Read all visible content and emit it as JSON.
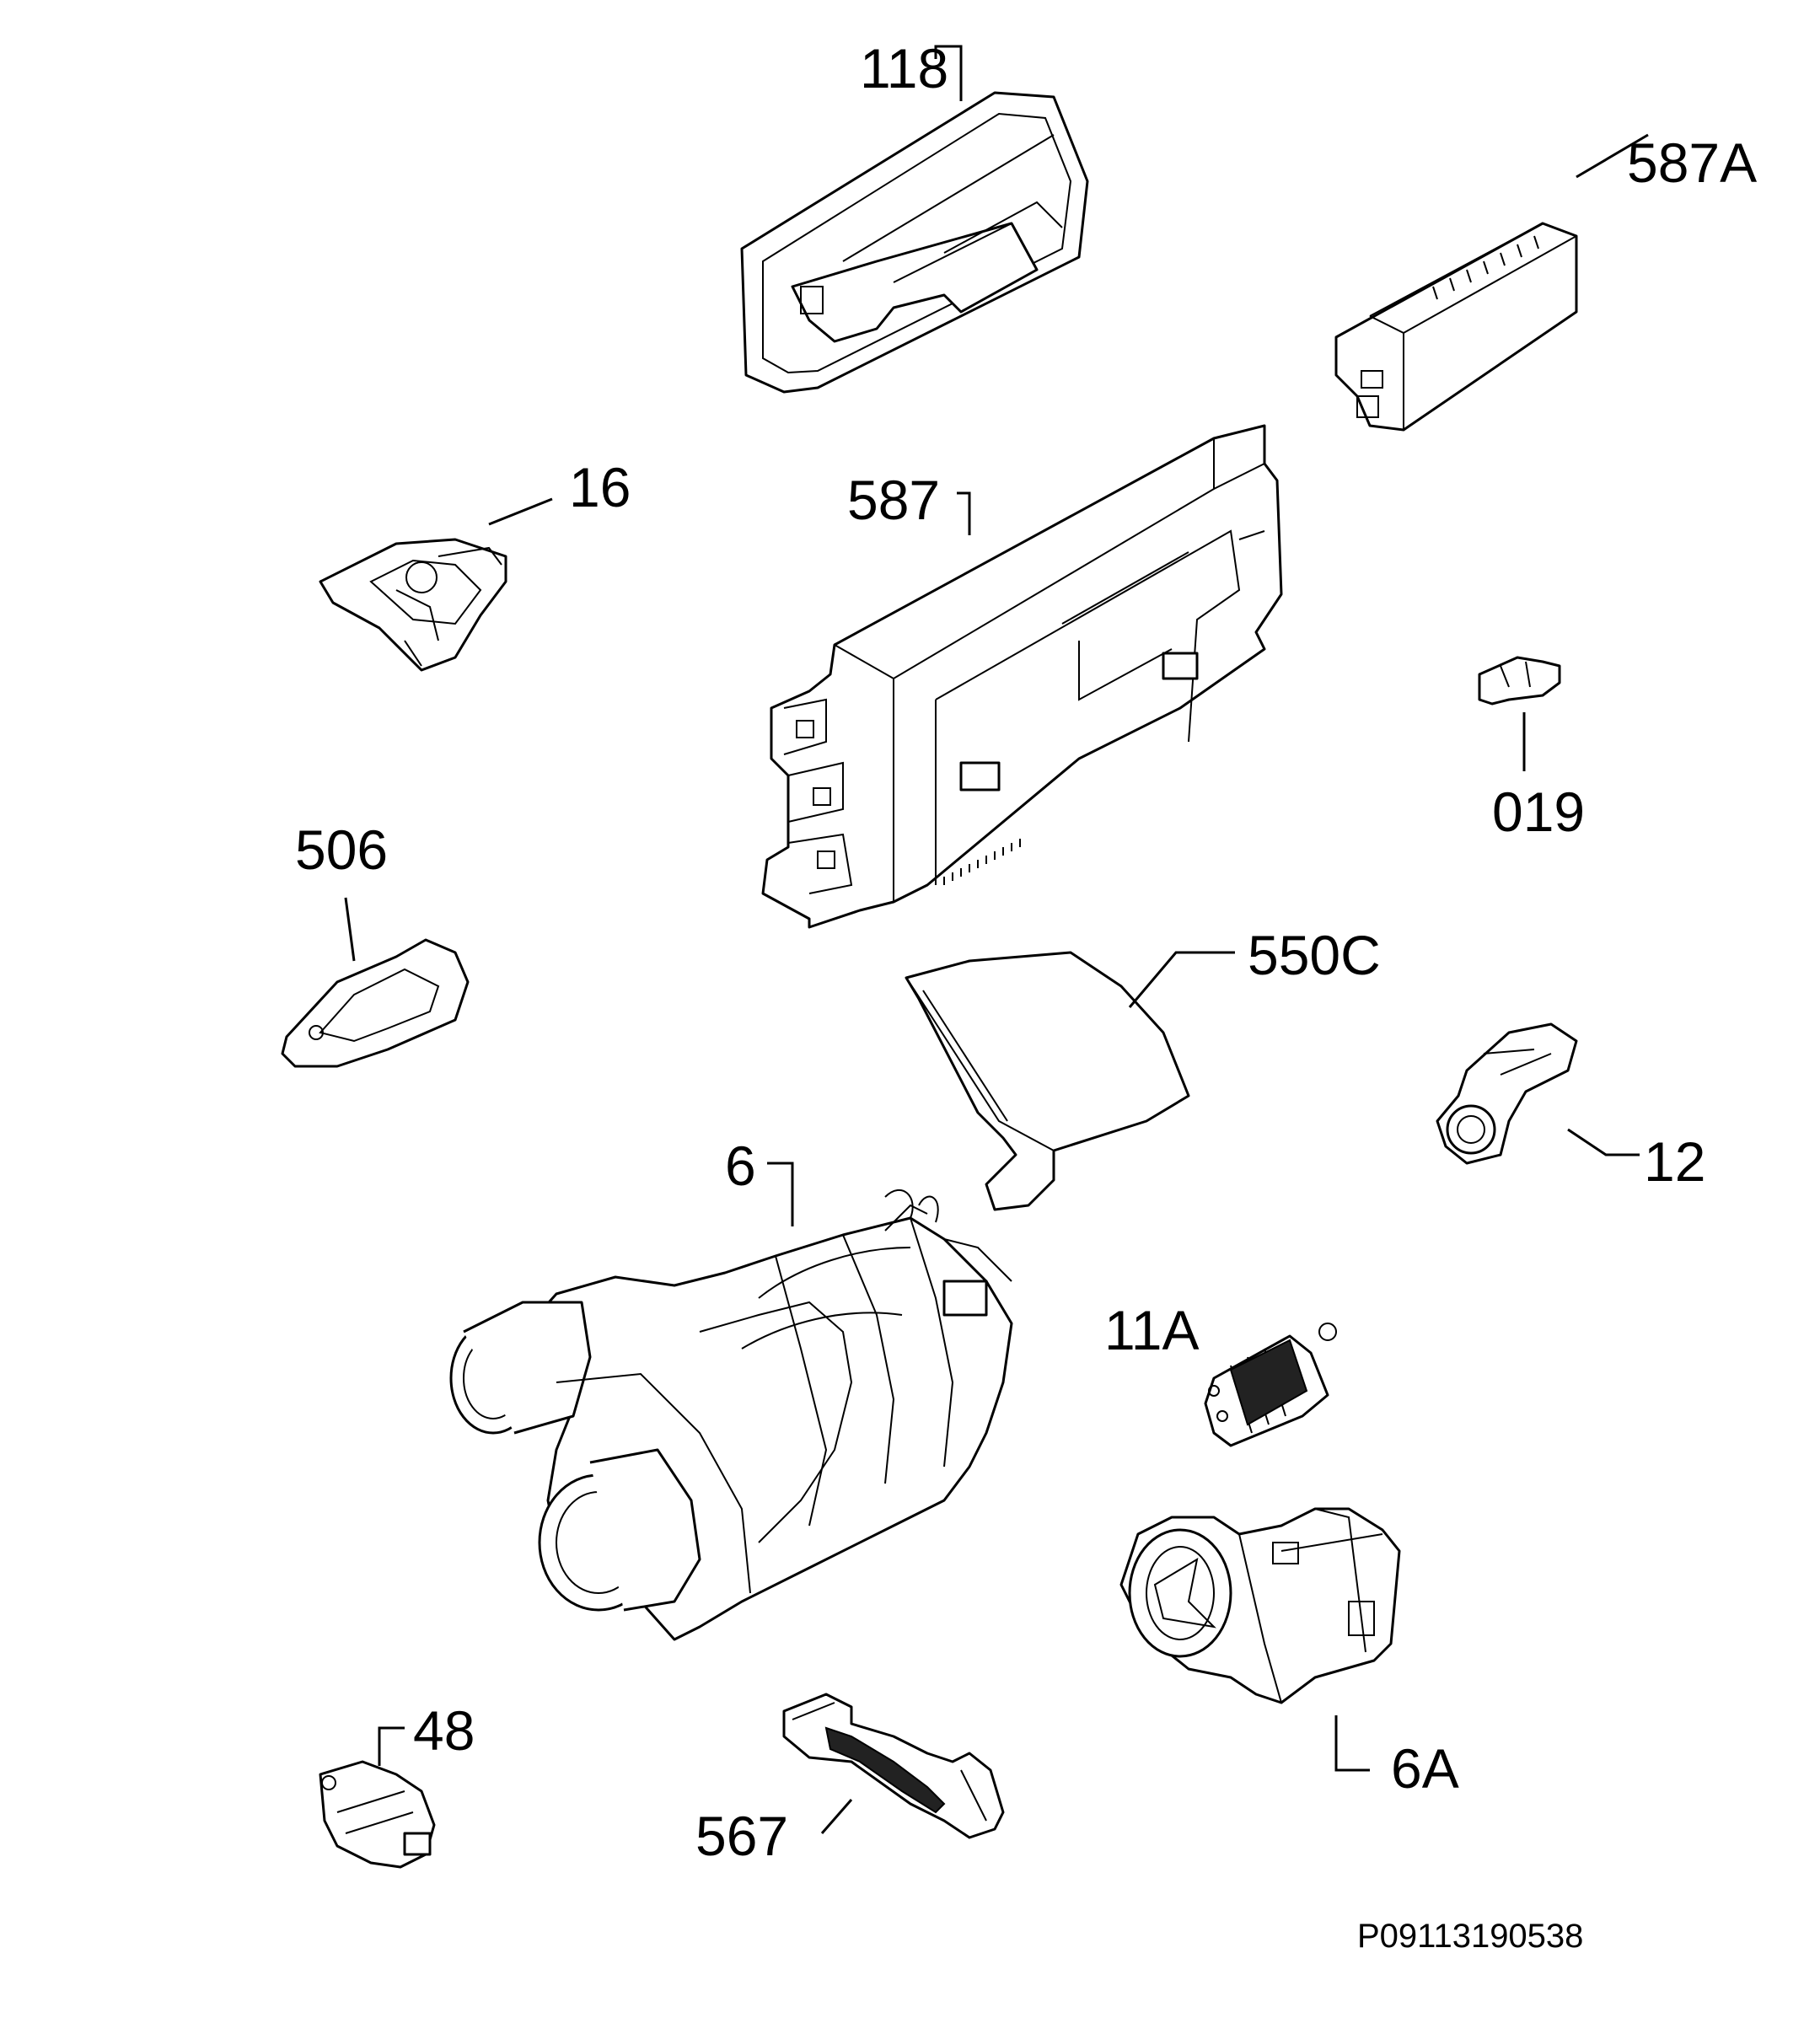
{
  "callouts": {
    "c118": "118",
    "c587a": "587A",
    "c16": "16",
    "c587": "587",
    "c019": "019",
    "c506": "506",
    "c550c": "550C",
    "c12": "12",
    "c6": "6",
    "c11a": "11A",
    "c6a": "6A",
    "c48": "48",
    "c567": "567"
  },
  "reference_code": "P09113190538"
}
